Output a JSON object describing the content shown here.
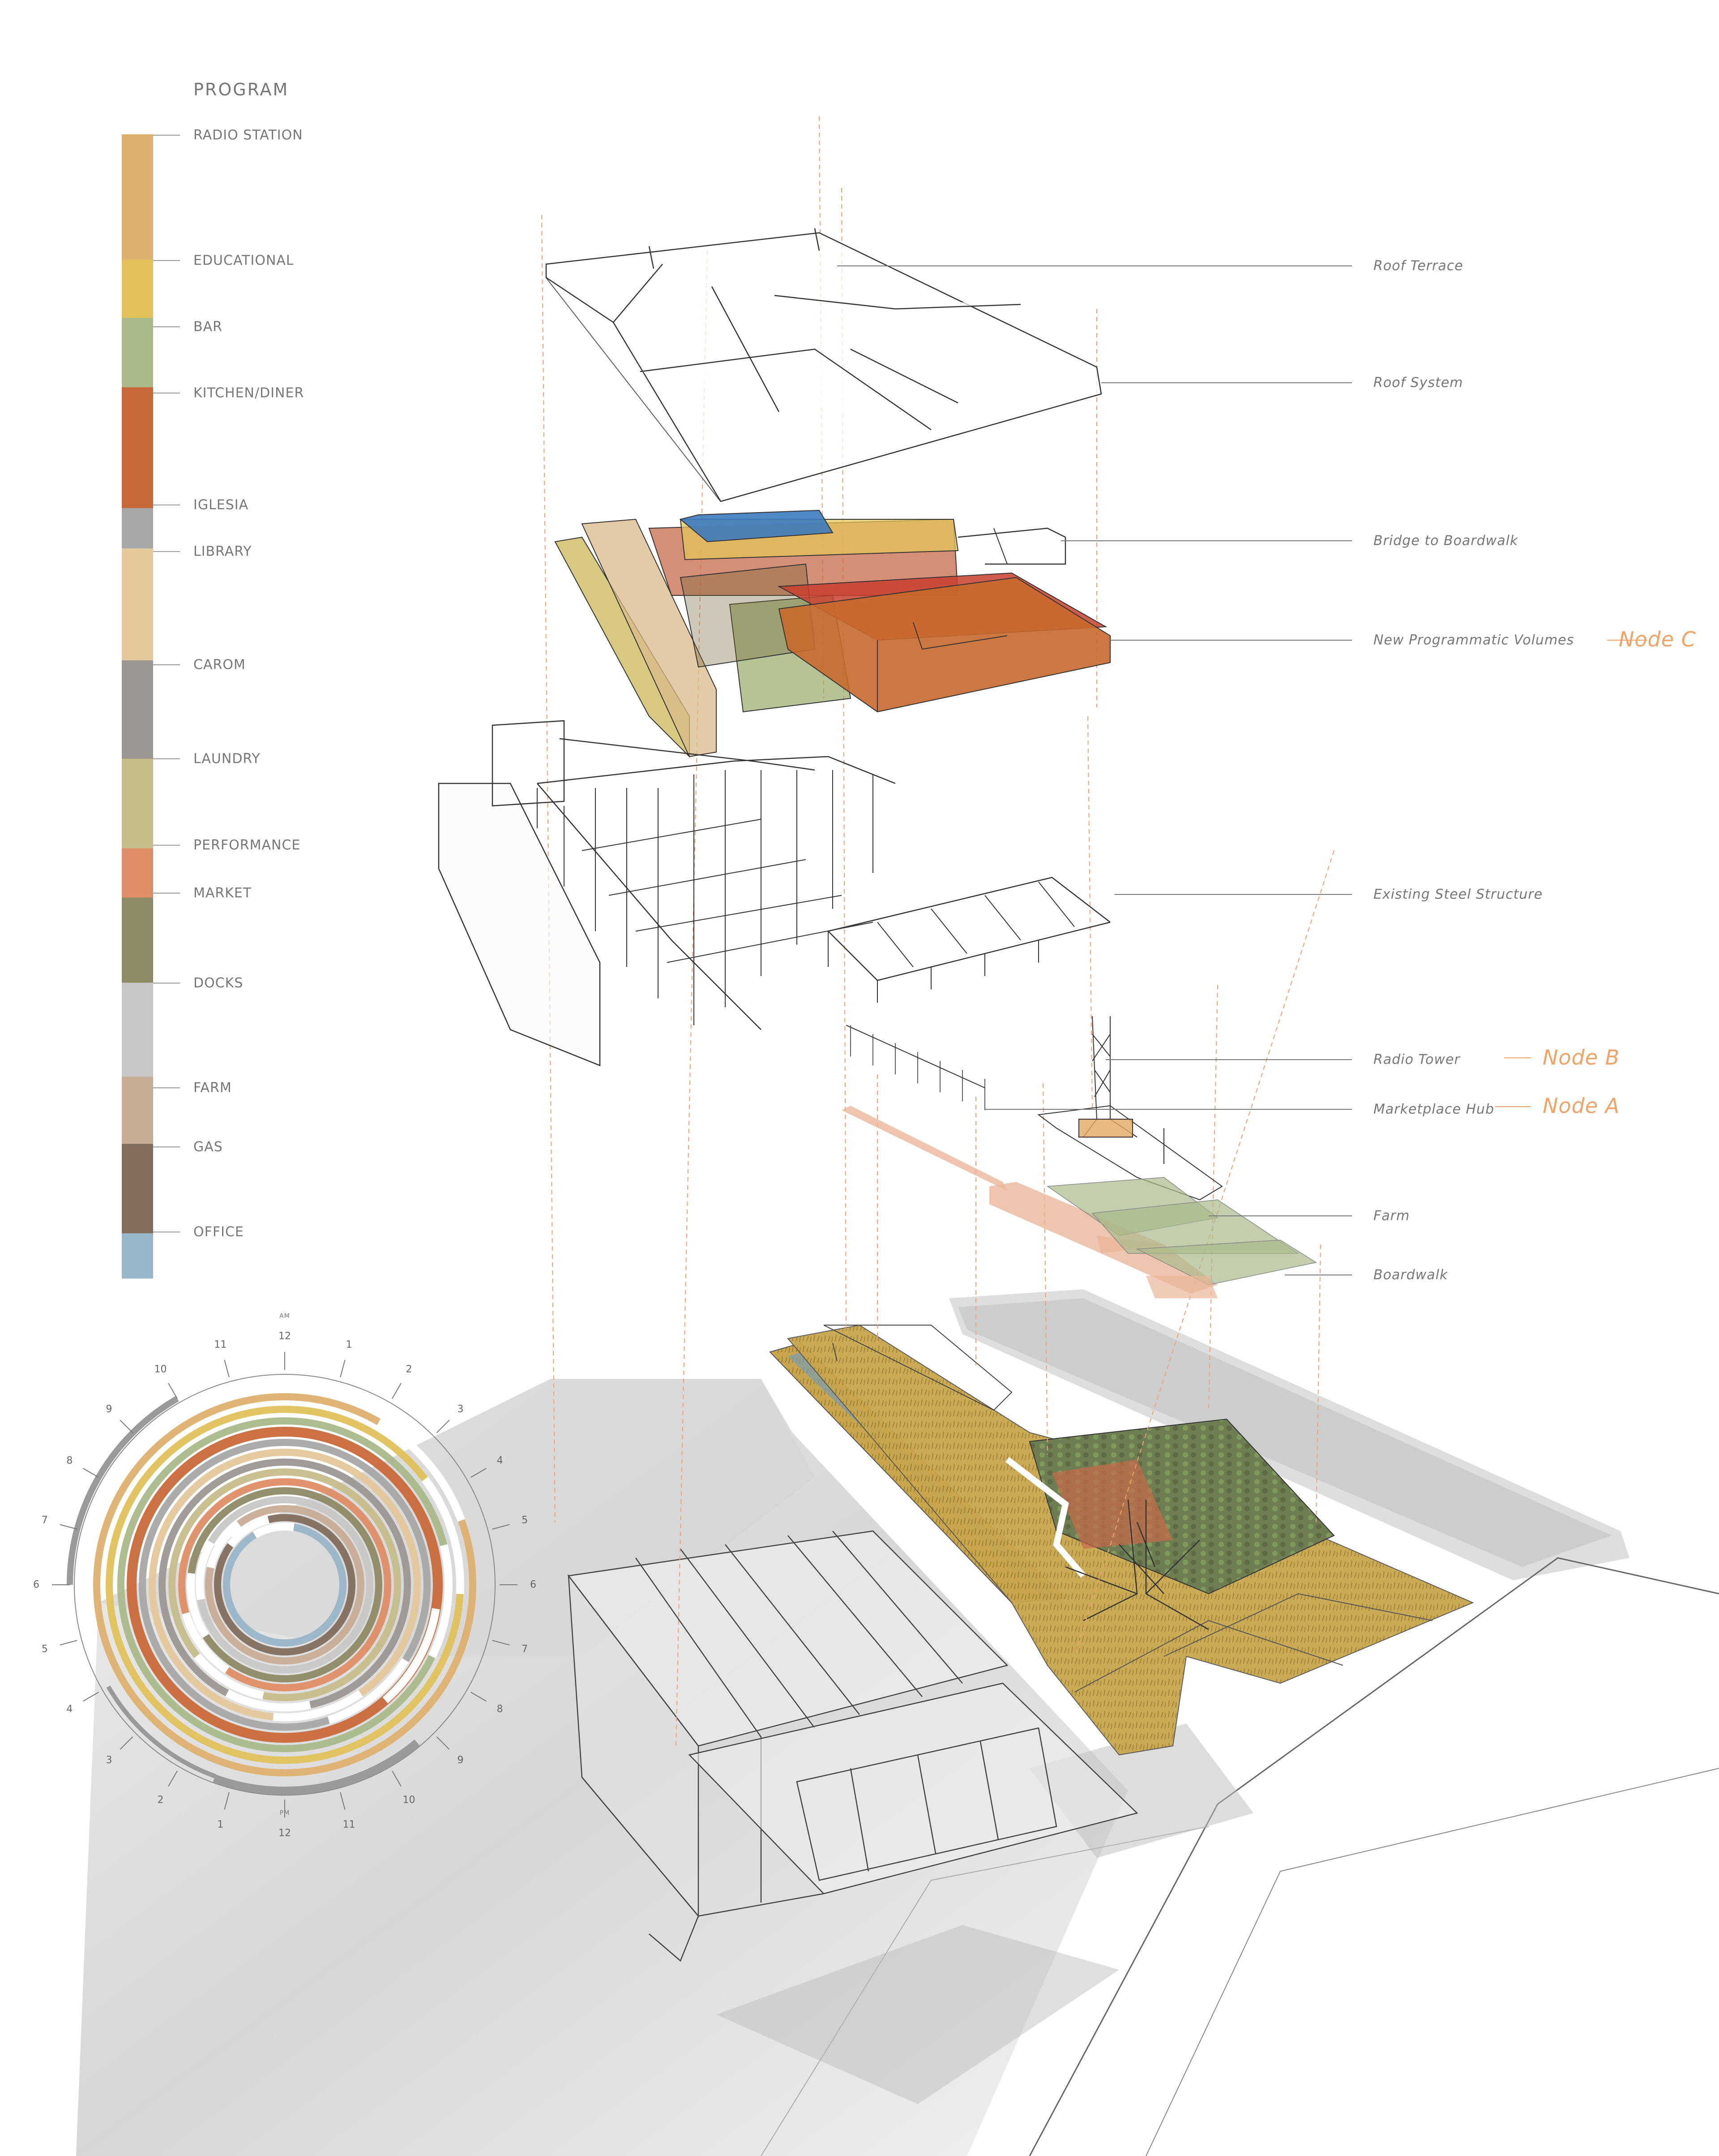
{
  "legend": {
    "title": "PROGRAM",
    "items": [
      {
        "label": "RADIO STATION",
        "color": "#ddb06d"
      },
      {
        "label": "EDUCATIONAL",
        "color": "#e2c15a"
      },
      {
        "label": "BAR",
        "color": "#a9b98a"
      },
      {
        "label": "KITCHEN/DINER",
        "color": "#c8693a"
      },
      {
        "label": "IGLESIA",
        "color": "#a7a7a7"
      },
      {
        "label": "LIBRARY",
        "color": "#e4c79b"
      },
      {
        "label": "CAROM",
        "color": "#9c9793"
      },
      {
        "label": "LAUNDRY",
        "color": "#c6bd8b"
      },
      {
        "label": "PERFORMANCE",
        "color": "#df8d66"
      },
      {
        "label": "MARKET",
        "color": "#8e8a66"
      },
      {
        "label": "DOCKS",
        "color": "#c9c6c6"
      },
      {
        "label": "FARM",
        "color": "#c8ad96"
      },
      {
        "label": "GAS",
        "color": "#836e5e"
      },
      {
        "label": "OFFICE",
        "color": "#99b5c8"
      }
    ]
  },
  "callouts": [
    {
      "label": "Roof Terrace"
    },
    {
      "label": "Roof System"
    },
    {
      "label": "Bridge to Boardwalk"
    },
    {
      "label": "New Programmatic Volumes"
    },
    {
      "label": "Existing Steel Structure"
    },
    {
      "label": "Radio Tower"
    },
    {
      "label": "Marketplace Hub"
    },
    {
      "label": "Farm"
    },
    {
      "label": "Boardwalk"
    }
  ],
  "nodes": {
    "c": "Node C",
    "b": "Node B",
    "a": "Node A"
  },
  "clock": {
    "am_label": "AM",
    "pm_label": "PM",
    "hours_am": [
      "12",
      "1",
      "2",
      "3",
      "4",
      "5",
      "6",
      "7",
      "8",
      "9",
      "10",
      "11"
    ],
    "hours_pm": [
      "12",
      "1",
      "2",
      "3",
      "4",
      "5",
      "6",
      "7",
      "8",
      "9",
      "10",
      "11"
    ]
  }
}
